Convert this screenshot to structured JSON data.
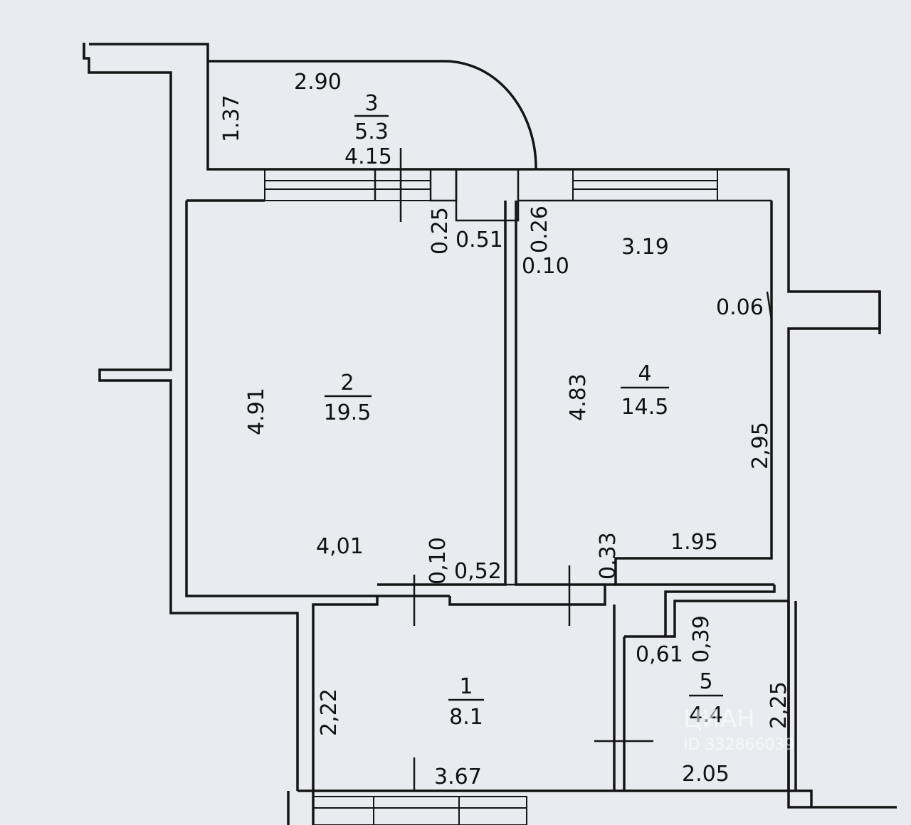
{
  "rooms": [
    {
      "number": "1",
      "area": "8.1"
    },
    {
      "number": "2",
      "area": "19.5"
    },
    {
      "number": "3",
      "area": "5.3"
    },
    {
      "number": "4",
      "area": "14.5"
    },
    {
      "number": "5",
      "area": "4.4"
    }
  ],
  "dimensions": {
    "balcony_width": "2.90",
    "balcony_depth": "1.37",
    "balcony_wall": "4.15",
    "r2_pier": "0.25",
    "door_width": "0.51",
    "r4_pier": "0.26",
    "r4_offset": "0.10",
    "r4_width": "3.19",
    "r4_jog": "0.06",
    "r2_length": "4.91",
    "r4_length": "4.83",
    "r4_side": "2,95",
    "r2_width": "4,01",
    "r2_bottom_offset": "0,10",
    "r2_bottom_jog": "0,52",
    "r4_niche": "0.33",
    "r4_bottom": "1.95",
    "r5_offset": "0,39",
    "r5_jog": "0,61",
    "r1_depth": "2,22",
    "r5_depth": "2,25",
    "r1_width": "3.67",
    "r5_width": "2.05"
  },
  "watermark": {
    "brand": "ЦИАН",
    "id": "ID 332866039"
  }
}
